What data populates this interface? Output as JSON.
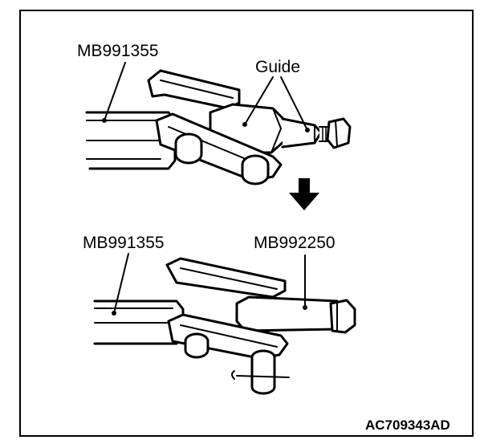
{
  "labels": {
    "top_tool": "MB991355",
    "guide": "Guide",
    "bottom_tool": "MB991355",
    "bottom_adapter": "MB992250"
  },
  "figure_code": "AC709343AD"
}
